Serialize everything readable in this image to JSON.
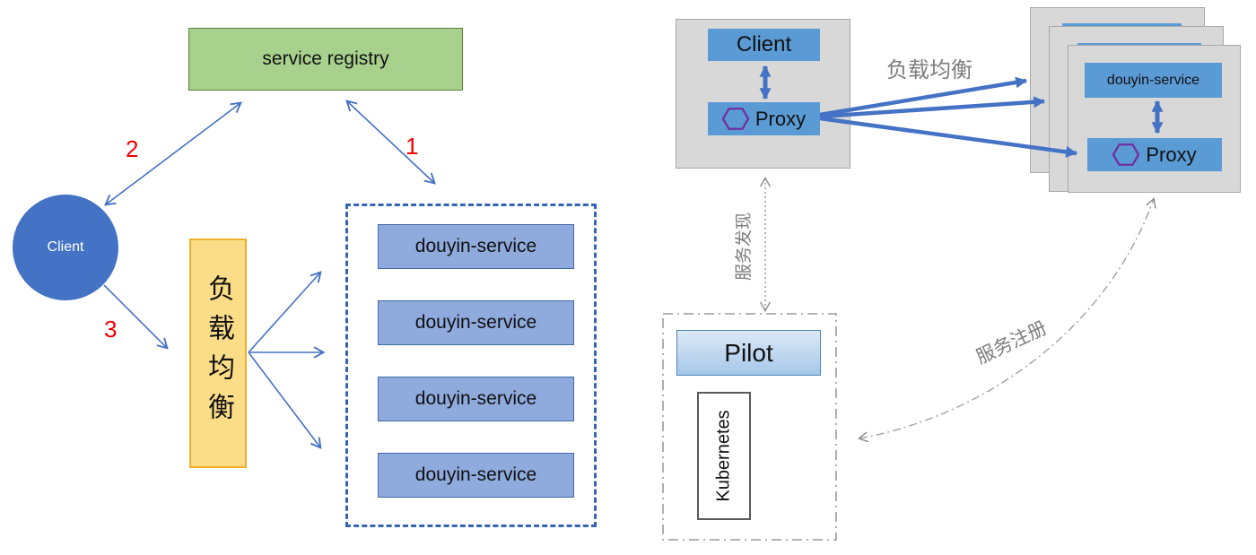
{
  "colors": {
    "accent_blue": "#4472c4",
    "box_blue": "#5b9bd5",
    "service_fill": "#8faadc",
    "registry_fill": "#a9d18e",
    "lb_fill": "#fbdd88",
    "gray_fill": "#d8d8d8",
    "label_gray": "#7d7d7d",
    "step_red": "#f00000",
    "hexagon_purple": "#7030a0"
  },
  "left_panel": {
    "service_registry": "service registry",
    "client": "Client",
    "load_balancer": "负载均衡",
    "services": [
      {
        "label": "douyin-service"
      },
      {
        "label": "douyin-service"
      },
      {
        "label": "douyin-service"
      },
      {
        "label": "douyin-service"
      }
    ],
    "steps": {
      "one": "1",
      "two": "2",
      "three": "3"
    }
  },
  "right_panel": {
    "client_pod": {
      "client": "Client",
      "proxy": "Proxy"
    },
    "service_pod": {
      "service": "douyin-service",
      "proxy": "Proxy"
    },
    "pilot": "Pilot",
    "kubernetes": "Kubernetes",
    "labels": {
      "load_balancing": "负载均衡",
      "service_discovery": "服务发现",
      "service_registration": "服务注册"
    }
  }
}
